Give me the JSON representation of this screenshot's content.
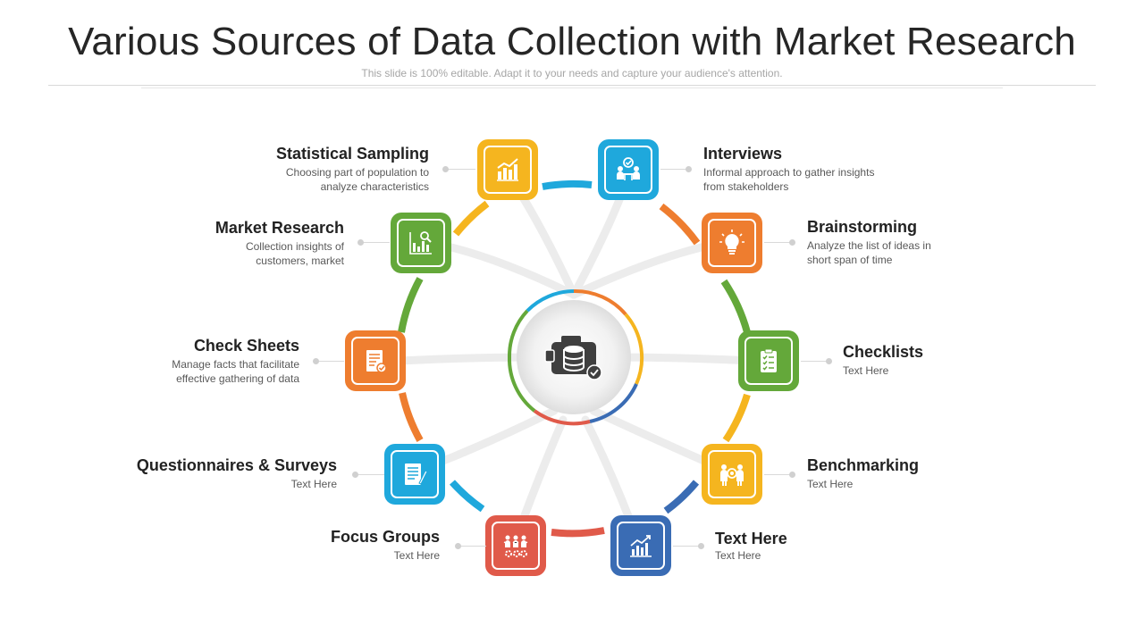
{
  "header": {
    "title": "Various Sources of Data Collection with Market Research",
    "subtitle": "This slide is 100% editable. Adapt it to your needs and capture your audience's attention."
  },
  "center": {
    "icon": "database-camera-icon"
  },
  "nodes": [
    {
      "key": "statistical",
      "title": "Statistical Sampling",
      "desc": [
        "Choosing part of population to",
        "analyze characteristics"
      ],
      "color": "#f5b51f",
      "icon": "bar-chart-icon"
    },
    {
      "key": "interviews",
      "title": "Interviews",
      "desc": [
        "Informal approach to gather insights",
        "from stakeholders"
      ],
      "color": "#1fa8dc",
      "icon": "meeting-icon"
    },
    {
      "key": "market",
      "title": "Market Research",
      "desc": [
        "Collection insights of",
        "customers, market"
      ],
      "color": "#64a83a",
      "icon": "chart-magnifier-icon"
    },
    {
      "key": "brainstorming",
      "title": "Brainstorming",
      "desc": [
        "Analyze the list of ideas in",
        "short span of time"
      ],
      "color": "#ee7d2f",
      "icon": "lightbulb-icon"
    },
    {
      "key": "checksheets",
      "title": "Check Sheets",
      "desc": [
        "Manage facts that facilitate",
        "effective gathering of data"
      ],
      "color": "#ee7d2f",
      "icon": "document-check-icon"
    },
    {
      "key": "checklists",
      "title": "Checklists",
      "desc": [
        "Text Here"
      ],
      "color": "#64a83a",
      "icon": "clipboard-list-icon"
    },
    {
      "key": "questionnaires",
      "title": "Questionnaires & Surveys",
      "desc": [
        "Text Here"
      ],
      "color": "#1fa8dc",
      "icon": "survey-form-icon"
    },
    {
      "key": "benchmarking",
      "title": "Benchmarking",
      "desc": [
        "Text Here"
      ],
      "color": "#f5b51f",
      "icon": "team-target-icon"
    },
    {
      "key": "focus",
      "title": "Focus Groups",
      "desc": [
        "Text Here"
      ],
      "color": "#e05a4a",
      "icon": "group-gears-icon"
    },
    {
      "key": "texthere",
      "title": "Text Here",
      "desc": [
        "Text Here"
      ],
      "color": "#3a6cb4",
      "icon": "growth-chart-icon"
    }
  ]
}
